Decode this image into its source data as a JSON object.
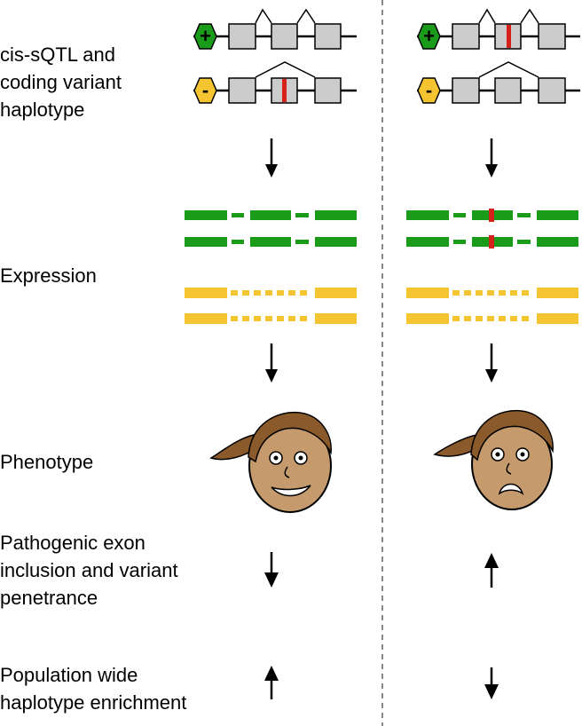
{
  "row_labels": {
    "variant": "cis-sQTL and\ncoding variant\nhaplotype",
    "expression": "Expression",
    "phenotype": "Phenotype",
    "exon_inclusion": "Pathogenic exon\ninclusion and variant\npenetrance",
    "population": "Population wide\nhaplotype enrichment"
  },
  "enhancer_symbols": {
    "plus": "+",
    "minus": "-"
  },
  "colors": {
    "green": "#1a9c1a",
    "yellow": "#f5c531",
    "exon_gray": "#cccccc",
    "variant_red": "#d6201a",
    "skin": "#c59a6c",
    "hair": "#8a5a2b",
    "divider": "#888888"
  },
  "columns": [
    {
      "variant_on": "minus_haplotype",
      "face": "happy",
      "exon_inclusion_arrow": "down",
      "population_arrow": "up"
    },
    {
      "variant_on": "plus_haplotype",
      "face": "worried",
      "exon_inclusion_arrow": "up",
      "population_arrow": "down"
    }
  ]
}
